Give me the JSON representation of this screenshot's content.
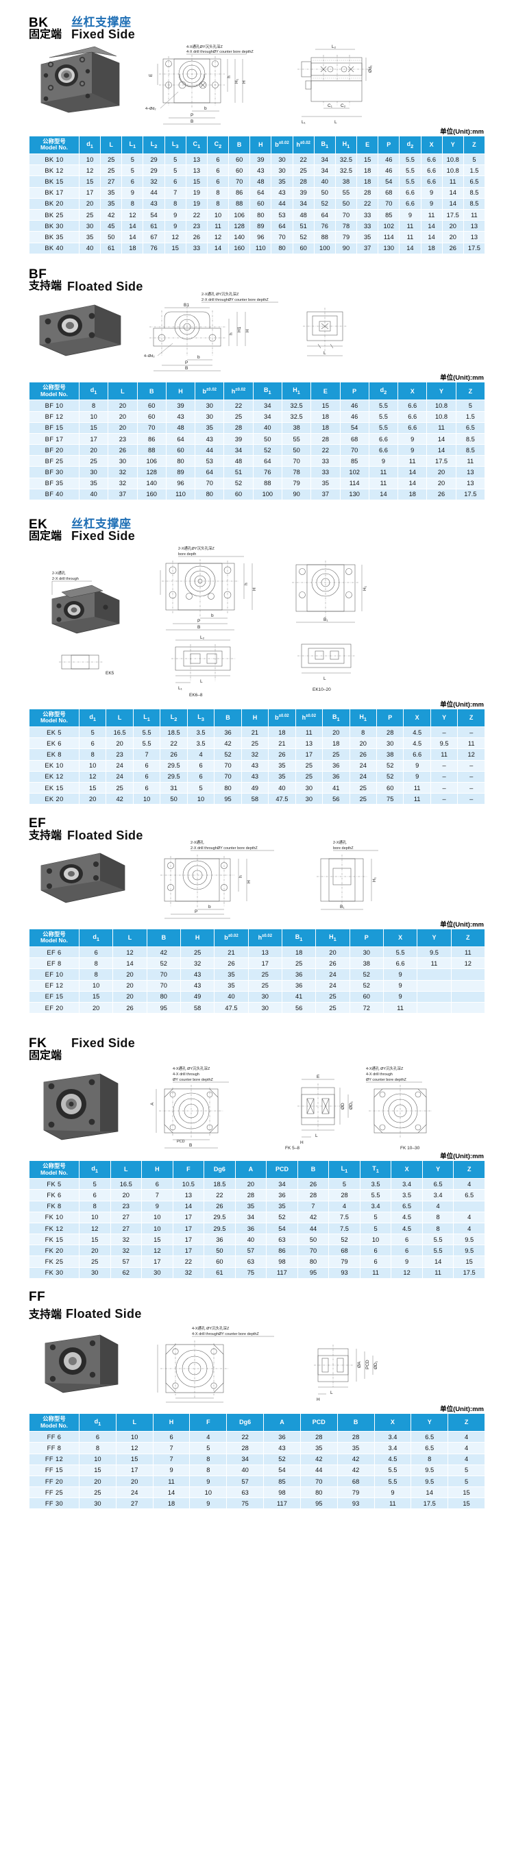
{
  "unit_note": "单位(Unit):mm",
  "sections": [
    {
      "id": "bk",
      "code": "BK",
      "cn_end": "固定端",
      "cn_title": "丝杠支撑座",
      "en_title": "Fixed Side",
      "layout": "stacked",
      "notes": {
        "n1": "4-X通孔 ØY沉头孔深Z",
        "n2": "4-X drill throughØY counter bore depthZ",
        "hole": "4-Ød₂"
      },
      "dim_labels": [
        "E",
        "H",
        "H₁",
        "h",
        "b",
        "P",
        "B",
        "L₁",
        "L",
        "C₁",
        "C₂",
        "Ød₁",
        "L₂",
        "L₃"
      ],
      "columns": [
        "公称型号\nModel No.",
        "d₁",
        "L",
        "L₁",
        "L₂",
        "L₃",
        "C₁",
        "C₂",
        "B",
        "H",
        "b",
        "h",
        "B₁",
        "H₁",
        "E",
        "P",
        "d₂",
        "X",
        "Y",
        "Z"
      ],
      "col_tol": {
        "b": "±0.02",
        "h": "±0.02"
      },
      "rows": [
        [
          "BK 10",
          "10",
          "25",
          "5",
          "29",
          "5",
          "13",
          "6",
          "60",
          "39",
          "30",
          "22",
          "34",
          "32.5",
          "15",
          "46",
          "5.5",
          "6.6",
          "10.8",
          "5"
        ],
        [
          "BK 12",
          "12",
          "25",
          "5",
          "29",
          "5",
          "13",
          "6",
          "60",
          "43",
          "30",
          "25",
          "34",
          "32.5",
          "18",
          "46",
          "5.5",
          "6.6",
          "10.8",
          "1.5"
        ],
        [
          "BK 15",
          "15",
          "27",
          "6",
          "32",
          "6",
          "15",
          "6",
          "70",
          "48",
          "35",
          "28",
          "40",
          "38",
          "18",
          "54",
          "5.5",
          "6.6",
          "11",
          "6.5"
        ],
        [
          "BK 17",
          "17",
          "35",
          "9",
          "44",
          "7",
          "19",
          "8",
          "86",
          "64",
          "43",
          "39",
          "50",
          "55",
          "28",
          "68",
          "6.6",
          "9",
          "14",
          "8.5"
        ],
        [
          "BK 20",
          "20",
          "35",
          "8",
          "43",
          "8",
          "19",
          "8",
          "88",
          "60",
          "44",
          "34",
          "52",
          "50",
          "22",
          "70",
          "6.6",
          "9",
          "14",
          "8.5"
        ],
        [
          "BK 25",
          "25",
          "42",
          "12",
          "54",
          "9",
          "22",
          "10",
          "106",
          "80",
          "53",
          "48",
          "64",
          "70",
          "33",
          "85",
          "9",
          "11",
          "17.5",
          "11"
        ],
        [
          "BK 30",
          "30",
          "45",
          "14",
          "61",
          "9",
          "23",
          "11",
          "128",
          "89",
          "64",
          "51",
          "76",
          "78",
          "33",
          "102",
          "11",
          "14",
          "20",
          "13"
        ],
        [
          "BK 35",
          "35",
          "50",
          "14",
          "67",
          "12",
          "26",
          "12",
          "140",
          "96",
          "70",
          "52",
          "88",
          "79",
          "35",
          "114",
          "11",
          "14",
          "20",
          "13"
        ],
        [
          "BK 40",
          "40",
          "61",
          "18",
          "76",
          "15",
          "33",
          "14",
          "160",
          "110",
          "80",
          "60",
          "100",
          "90",
          "37",
          "130",
          "14",
          "18",
          "26",
          "17.5"
        ]
      ]
    },
    {
      "id": "bf",
      "code": "BF",
      "cn_end": "支持端",
      "cn_title": "",
      "en_title": "Floated Side",
      "layout": "inline",
      "notes": {
        "n1": "2-X通孔 ØY沉头孔深Z",
        "n2": "2-X drill throughØY counter bore depthZ",
        "hole": "4-Ød₂"
      },
      "dim_labels": [
        "B1",
        "H",
        "H1",
        "h",
        "b",
        "P",
        "B",
        "L",
        "E"
      ],
      "columns": [
        "公称型号\nModel No.",
        "d₁",
        "L",
        "B",
        "H",
        "b",
        "h",
        "B₁",
        "H₁",
        "E",
        "P",
        "d₂",
        "X",
        "Y",
        "Z"
      ],
      "col_tol": {
        "b": "±0.02",
        "h": "±0.02"
      },
      "rows": [
        [
          "BF 10",
          "8",
          "20",
          "60",
          "39",
          "30",
          "22",
          "34",
          "32.5",
          "15",
          "46",
          "5.5",
          "6.6",
          "10.8",
          "5"
        ],
        [
          "BF 12",
          "10",
          "20",
          "60",
          "43",
          "30",
          "25",
          "34",
          "32.5",
          "18",
          "46",
          "5.5",
          "6.6",
          "10.8",
          "1.5"
        ],
        [
          "BF 15",
          "15",
          "20",
          "70",
          "48",
          "35",
          "28",
          "40",
          "38",
          "18",
          "54",
          "5.5",
          "6.6",
          "11",
          "6.5"
        ],
        [
          "BF 17",
          "17",
          "23",
          "86",
          "64",
          "43",
          "39",
          "50",
          "55",
          "28",
          "68",
          "6.6",
          "9",
          "14",
          "8.5"
        ],
        [
          "BF 20",
          "20",
          "26",
          "88",
          "60",
          "44",
          "34",
          "52",
          "50",
          "22",
          "70",
          "6.6",
          "9",
          "14",
          "8.5"
        ],
        [
          "BF 25",
          "25",
          "30",
          "106",
          "80",
          "53",
          "48",
          "64",
          "70",
          "33",
          "85",
          "9",
          "11",
          "17.5",
          "11"
        ],
        [
          "BF 30",
          "30",
          "32",
          "128",
          "89",
          "64",
          "51",
          "76",
          "78",
          "33",
          "102",
          "11",
          "14",
          "20",
          "13"
        ],
        [
          "BF 35",
          "35",
          "32",
          "140",
          "96",
          "70",
          "52",
          "88",
          "79",
          "35",
          "114",
          "11",
          "14",
          "20",
          "13"
        ],
        [
          "BF 40",
          "40",
          "37",
          "160",
          "110",
          "80",
          "60",
          "100",
          "90",
          "37",
          "130",
          "14",
          "18",
          "26",
          "17.5"
        ]
      ]
    },
    {
      "id": "ek",
      "code": "EK",
      "cn_end": "固定端",
      "cn_title": "丝杠支撑座",
      "en_title": "Fixed Side",
      "layout": "stacked",
      "notes": {
        "n1": "2-X通孔 ØY沉头孔深Z",
        "n2": "bore depth",
        "n3": "2-X通孔",
        "n4": "2-X drill through",
        "v1": "EK5",
        "v2": "EK6-8",
        "v3": "EK10-20"
      },
      "dim_labels": [
        "B",
        "H",
        "H₁",
        "h",
        "b",
        "P",
        "L",
        "L₁",
        "L₂",
        "L₃",
        "B₁"
      ],
      "columns": [
        "公称型号\nModel No.",
        "d₁",
        "L",
        "L₁",
        "L₂",
        "L₃",
        "B",
        "H",
        "b",
        "h",
        "B₁",
        "H₁",
        "P",
        "X",
        "Y",
        "Z"
      ],
      "col_tol": {
        "b": "±0.02",
        "h": "±0.02"
      },
      "rows": [
        [
          "EK  5",
          "5",
          "16.5",
          "5.5",
          "18.5",
          "3.5",
          "36",
          "21",
          "18",
          "11",
          "20",
          "8",
          "28",
          "4.5",
          "–",
          "–"
        ],
        [
          "EK  6",
          "6",
          "20",
          "5.5",
          "22",
          "3.5",
          "42",
          "25",
          "21",
          "13",
          "18",
          "20",
          "30",
          "4.5",
          "9.5",
          "11"
        ],
        [
          "EK  8",
          "8",
          "23",
          "7",
          "26",
          "4",
          "52",
          "32",
          "26",
          "17",
          "25",
          "26",
          "38",
          "6.6",
          "11",
          "12"
        ],
        [
          "EK 10",
          "10",
          "24",
          "6",
          "29.5",
          "6",
          "70",
          "43",
          "35",
          "25",
          "36",
          "24",
          "52",
          "9",
          "–",
          "–"
        ],
        [
          "EK 12",
          "12",
          "24",
          "6",
          "29.5",
          "6",
          "70",
          "43",
          "35",
          "25",
          "36",
          "24",
          "52",
          "9",
          "–",
          "–"
        ],
        [
          "EK 15",
          "15",
          "25",
          "6",
          "31",
          "5",
          "80",
          "49",
          "40",
          "30",
          "41",
          "25",
          "60",
          "11",
          "–",
          "–"
        ],
        [
          "EK 20",
          "20",
          "42",
          "10",
          "50",
          "10",
          "95",
          "58",
          "47.5",
          "30",
          "56",
          "25",
          "75",
          "11",
          "–",
          "–"
        ]
      ]
    },
    {
      "id": "ef",
      "code": "EF",
      "cn_end": "支持端",
      "cn_title": "",
      "en_title": "Floated Side",
      "layout": "inline",
      "notes": {
        "n1": "2-X通孔",
        "n2": "2-X drill throughØY counter bore depthZ",
        "n3": "2-X通孔",
        "n4": "bore depthZ"
      },
      "dim_labels": [
        "B₁",
        "H",
        "H₁",
        "h",
        "b",
        "P",
        "L",
        "B"
      ],
      "columns": [
        "公称型号\nModel No.",
        "d₁",
        "L",
        "B",
        "H",
        "b",
        "h",
        "B₁",
        "H₁",
        "P",
        "X",
        "Y",
        "Z"
      ],
      "col_tol": {
        "b": "±0.02",
        "h": "±0.02"
      },
      "rows": [
        [
          "EF  6",
          "6",
          "12",
          "42",
          "25",
          "21",
          "13",
          "18",
          "20",
          "30",
          "5.5",
          "9.5",
          "11"
        ],
        [
          "EF  8",
          "8",
          "14",
          "52",
          "32",
          "26",
          "17",
          "25",
          "26",
          "38",
          "6.6",
          "11",
          "12"
        ],
        [
          "EF 10",
          "8",
          "20",
          "70",
          "43",
          "35",
          "25",
          "36",
          "24",
          "52",
          "9",
          "",
          ""
        ],
        [
          "EF 12",
          "10",
          "20",
          "70",
          "43",
          "35",
          "25",
          "36",
          "24",
          "52",
          "9",
          "",
          ""
        ],
        [
          "EF 15",
          "15",
          "20",
          "80",
          "49",
          "40",
          "30",
          "41",
          "25",
          "60",
          "9",
          "",
          ""
        ],
        [
          "EF 20",
          "20",
          "26",
          "95",
          "58",
          "47.5",
          "30",
          "56",
          "25",
          "72",
          "11",
          "",
          ""
        ]
      ]
    },
    {
      "id": "fk",
      "code": "FK",
      "cn_end": "固定端",
      "cn_title": "",
      "en_title": "Fixed Side",
      "layout": "inline",
      "notes": {
        "n1": "4-X通孔 ØY沉头孔深Z",
        "n2": "4-X drill through ØY counter bore depthZ",
        "n3": "4-X通孔 ØY沉头孔深Z",
        "n4": "4-X drill through ØY counter bore depthZ",
        "v1": "FK 5-8",
        "v2": "FK 10-30"
      },
      "dim_labels": [
        "PCD",
        "B",
        "L",
        "L₁",
        "T₁",
        "E",
        "H",
        "ØA",
        "ØD",
        "ØD₁"
      ],
      "columns": [
        "公称型号\nModel No.",
        "d₁",
        "L",
        "H",
        "F",
        "Dg6",
        "A",
        "PCD",
        "B",
        "L₁",
        "T₁",
        "X",
        "Y",
        "Z"
      ],
      "rows": [
        [
          "FK 5",
          "5",
          "16.5",
          "6",
          "10.5",
          "18.5",
          "20",
          "34",
          "26",
          "5",
          "3.5",
          "3.4",
          "6.5",
          "4"
        ],
        [
          "FK 6",
          "6",
          "20",
          "7",
          "13",
          "22",
          "28",
          "36",
          "28",
          "28",
          "5.5",
          "3.5",
          "3.4",
          "6.5"
        ],
        [
          "FK 8",
          "8",
          "23",
          "9",
          "14",
          "26",
          "35",
          "35",
          "7",
          "4",
          "3.4",
          "6.5",
          "4",
          ""
        ],
        [
          "FK 10",
          "10",
          "27",
          "10",
          "17",
          "29.5",
          "34",
          "52",
          "42",
          "7.5",
          "5",
          "4.5",
          "8",
          "4"
        ],
        [
          "FK 12",
          "12",
          "27",
          "10",
          "17",
          "29.5",
          "36",
          "54",
          "44",
          "7.5",
          "5",
          "4.5",
          "8",
          "4"
        ],
        [
          "FK 15",
          "15",
          "32",
          "15",
          "17",
          "36",
          "40",
          "63",
          "50",
          "52",
          "10",
          "6",
          "5.5",
          "9.5"
        ],
        [
          "FK 20",
          "20",
          "32",
          "12",
          "17",
          "50",
          "57",
          "86",
          "70",
          "68",
          "6",
          "6",
          "5.5",
          "9.5"
        ],
        [
          "FK 25",
          "25",
          "57",
          "17",
          "22",
          "60",
          "63",
          "98",
          "80",
          "79",
          "6",
          "9",
          "14",
          "15"
        ],
        [
          "FK 30",
          "30",
          "62",
          "30",
          "32",
          "61",
          "75",
          "117",
          "95",
          "93",
          "11",
          "12",
          "11",
          "17.5"
        ]
      ]
    },
    {
      "id": "ff",
      "code": "FF",
      "cn_end": "支持端",
      "cn_title": "",
      "en_title": "Floated Side",
      "layout": "inline",
      "notes": {
        "n1": "4-X通孔 ØY沉头孔深Z",
        "n2": "4-X drill throughØY counter bore depthZ",
        "d1": "ØA",
        "d2": "PCD",
        "d3": "ØD",
        "d4": "ØD₁"
      },
      "dim_labels": [
        "ØA",
        "PCD",
        "B",
        "L",
        "F",
        "H",
        "ØD",
        "ØD₁"
      ],
      "columns": [
        "公称型号\nModel No.",
        "d₁",
        "L",
        "H",
        "F",
        "Dg6",
        "A",
        "PCD",
        "B",
        "X",
        "Y",
        "Z"
      ],
      "rows": [
        [
          "FF 6",
          "6",
          "10",
          "6",
          "4",
          "22",
          "36",
          "28",
          "28",
          "3.4",
          "6.5",
          "4"
        ],
        [
          "FF 8",
          "8",
          "12",
          "7",
          "5",
          "28",
          "43",
          "35",
          "35",
          "3.4",
          "6.5",
          "4"
        ],
        [
          "FF 12",
          "10",
          "15",
          "7",
          "8",
          "34",
          "52",
          "42",
          "42",
          "4.5",
          "8",
          "4"
        ],
        [
          "FF 15",
          "15",
          "17",
          "9",
          "8",
          "40",
          "54",
          "44",
          "42",
          "5.5",
          "9.5",
          "5"
        ],
        [
          "FF 20",
          "20",
          "20",
          "11",
          "9",
          "57",
          "85",
          "70",
          "68",
          "5.5",
          "9.5",
          "5"
        ],
        [
          "FF 25",
          "25",
          "24",
          "14",
          "10",
          "63",
          "98",
          "80",
          "79",
          "9",
          "14",
          "15"
        ],
        [
          "FF 30",
          "30",
          "27",
          "18",
          "9",
          "75",
          "117",
          "95",
          "93",
          "11",
          "17.5",
          "15"
        ]
      ]
    }
  ]
}
